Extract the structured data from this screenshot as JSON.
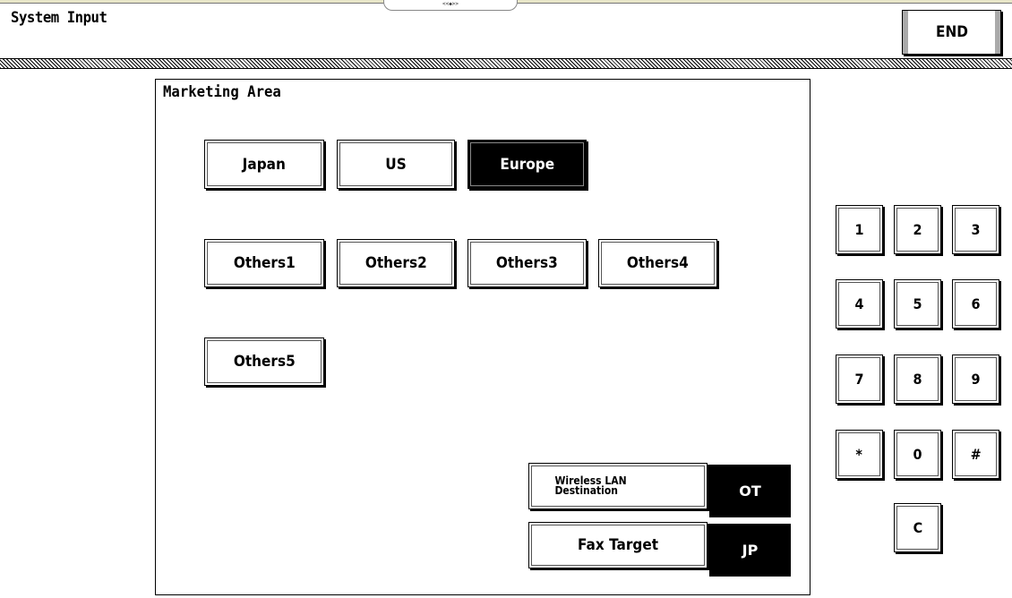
{
  "header": {
    "title": "System Input",
    "handle_glyph": "<<◆>>",
    "end_label": "END"
  },
  "panel": {
    "title": "Marketing Area",
    "areas": [
      {
        "label": "Japan",
        "selected": false
      },
      {
        "label": "US",
        "selected": false
      },
      {
        "label": "Europe",
        "selected": true
      },
      {
        "label": "Others1",
        "selected": false
      },
      {
        "label": "Others2",
        "selected": false
      },
      {
        "label": "Others3",
        "selected": false
      },
      {
        "label": "Others4",
        "selected": false
      },
      {
        "label": "Others5",
        "selected": false
      }
    ],
    "wireless": {
      "label": "Wireless LAN\nDestination",
      "value": "OT"
    },
    "fax": {
      "label": "Fax Target",
      "value": "JP"
    }
  },
  "keypad": {
    "keys": [
      "1",
      "2",
      "3",
      "4",
      "5",
      "6",
      "7",
      "8",
      "9",
      "*",
      "0",
      "#"
    ],
    "clear": "C"
  }
}
